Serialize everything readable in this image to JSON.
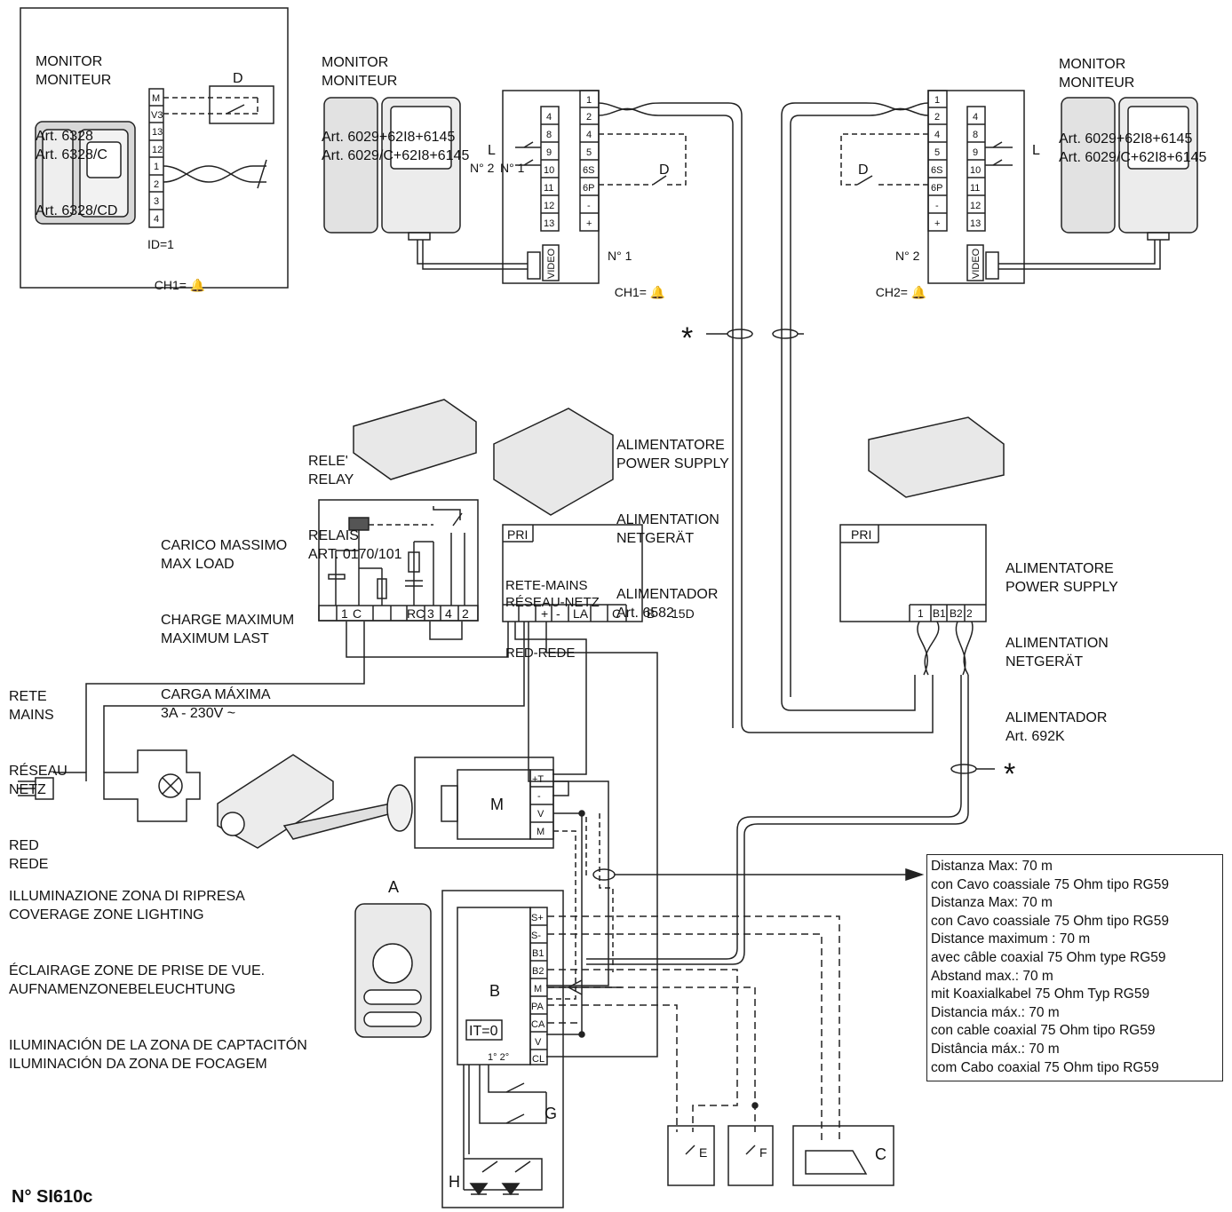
{
  "monitor_left": {
    "lines": [
      "MONITOR",
      "MONITEUR",
      "Art. 6328",
      "Art. 6328/C",
      "Art. 6328/CD"
    ],
    "id_label": "ID=1",
    "ch_label": "CH1="
  },
  "monitor_1": {
    "lines": [
      "MONITOR",
      "MONITEUR",
      "Art. 6029+62I8+6145",
      "Art. 6029/C+62I8+6145"
    ],
    "number": "N° 1",
    "ch_label": "CH1="
  },
  "monitor_2": {
    "lines": [
      "MONITOR",
      "MONITEUR",
      "Art. 6029+62I8+6145",
      "Art. 6029/C+62I8+6145"
    ],
    "number": "N° 2",
    "ch_label": "CH2="
  },
  "relay": {
    "lines": [
      "RELE'",
      "RELAY",
      "RELAIS",
      "ART. 0170/101"
    ]
  },
  "power_supply_1": {
    "lines": [
      "ALIMENTATORE",
      "POWER SUPPLY",
      "ALIMENTATION",
      "NETGERÄT",
      "ALIMENTADOR",
      "Art. 6582"
    ],
    "pri": "PRI",
    "mains": [
      "RETE-MAINS",
      "RÉSEAU-NETZ",
      "RED-REDE"
    ]
  },
  "power_supply_2": {
    "lines": [
      "ALIMENTATORE",
      "POWER SUPPLY",
      "ALIMENTATION",
      "NETGERÄT",
      "ALIMENTADOR",
      "Art. 692K"
    ],
    "pri": "PRI"
  },
  "max_load": {
    "lines": [
      "CARICO MASSIMO",
      "MAX LOAD",
      "CHARGE MAXIMUM",
      "MAXIMUM LAST",
      "CARGA MÁXIMA",
      "3A - 230V ~"
    ]
  },
  "mains": {
    "lines": [
      "RETE",
      "MAINS",
      "RÉSEAU",
      "NETZ",
      "RED",
      "REDE"
    ]
  },
  "lighting": {
    "lines": [
      "ILLUMINAZIONE ZONA DI RIPRESA",
      "COVERAGE ZONE LIGHTING",
      "ÉCLAIRAGE ZONE DE PRISE DE VUE.",
      "AUFNAMENZONEBELEUCHTUNG",
      "ILUMINACIÓN DE LA ZONA DE CAPTACITÓN",
      "ILUMINACIÓN DA ZONA DE FOCAGEM"
    ]
  },
  "legend": {
    "lines": [
      "Distanza Max: 70 m",
      "con Cavo coassiale 75 Ohm tipo RG59",
      "Distanza Max: 70 m",
      "con Cavo coassiale 75 Ohm tipo RG59",
      "Distance maximum : 70 m",
      "avec câble coaxial 75 Ohm type RG59",
      "Abstand max.: 70 m",
      "mit Koaxialkabel 75 Ohm Typ RG59",
      "Distancia máx.: 70 m",
      "con cable coaxial 75 Ohm tipo RG59",
      "Distância máx.: 70 m",
      "com Cabo coaxial 75 Ohm tipo RG59"
    ]
  },
  "labels": {
    "A": "A",
    "B": "B",
    "C": "C",
    "D": "D",
    "E": "E",
    "F": "F",
    "G": "G",
    "H": "H",
    "L": "L",
    "M": "M",
    "asterisk": "*",
    "n2": "N° 2",
    "n1": "N° 1",
    "it0": "IT=0",
    "b_term": "B",
    "d15": "15D",
    "video": "VIDEO"
  },
  "terminals": {
    "left_monitor": [
      "M",
      "V3",
      "13",
      "12",
      "1",
      "2",
      "3",
      "4"
    ],
    "mon1_left": [
      "4",
      "8",
      "9",
      "10",
      "11",
      "12",
      "13"
    ],
    "mon1_right": [
      "1",
      "2",
      "4",
      "5",
      "6S",
      "6P",
      "-",
      "+"
    ],
    "mon2_left": [
      "1",
      "2",
      "4",
      "5",
      "6S",
      "6P",
      "-",
      "+"
    ],
    "mon2_right": [
      "4",
      "8",
      "9",
      "10",
      "11",
      "12",
      "13"
    ],
    "relay": [
      "1",
      "C",
      "RC",
      "3",
      "4",
      "2"
    ],
    "ps1": [
      "+",
      "-",
      "LA",
      "C"
    ],
    "ps2": [
      "1",
      "B1",
      "B2",
      "2"
    ],
    "m_block": [
      "+T",
      "-",
      "V",
      "M"
    ],
    "b_block": [
      "S+",
      "S-",
      "B1",
      "B2",
      "M",
      "PA",
      "CA",
      "V",
      "CL"
    ],
    "b_bottom": "1° 2°"
  },
  "footer": {
    "doc_number": "N° SI610c"
  }
}
